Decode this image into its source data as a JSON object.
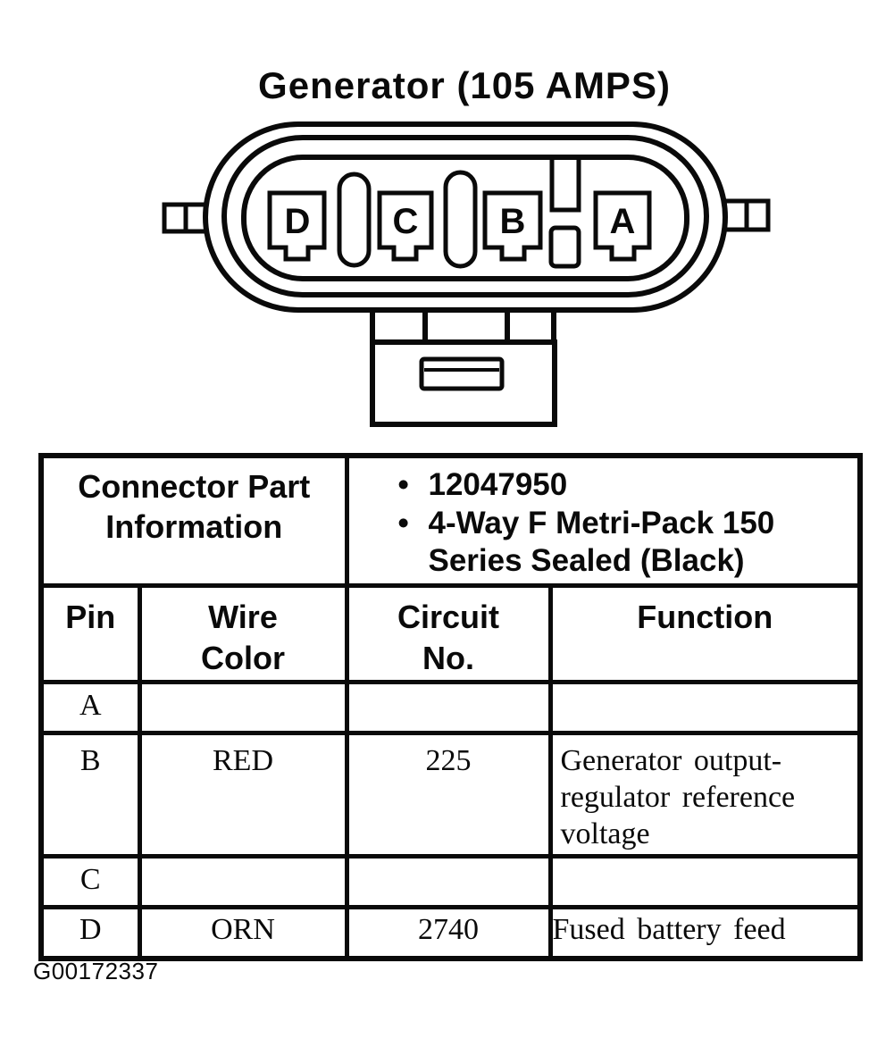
{
  "title": "Generator (105 AMPS)",
  "bullet_char": "•",
  "connector": {
    "pins": [
      "D",
      "C",
      "B",
      "A"
    ]
  },
  "table": {
    "part_info_label": "Connector Part Information",
    "part_info_items": [
      "12047950",
      "4-Way F Metri-Pack 150 Series Sealed (Black)"
    ],
    "headers": {
      "pin": "Pin",
      "wire_color": "Wire Color",
      "circuit_no": "Circuit No.",
      "function": "Function"
    },
    "rows": [
      {
        "pin": "A",
        "wire_color": "",
        "circuit_no": "",
        "function": ""
      },
      {
        "pin": "B",
        "wire_color": "RED",
        "circuit_no": "225",
        "function": "Generator output-regulator reference voltage"
      },
      {
        "pin": "C",
        "wire_color": "",
        "circuit_no": "",
        "function": ""
      },
      {
        "pin": "D",
        "wire_color": "ORN",
        "circuit_no": "2740",
        "function": "Fused battery feed"
      }
    ]
  },
  "caption": "G00172337"
}
